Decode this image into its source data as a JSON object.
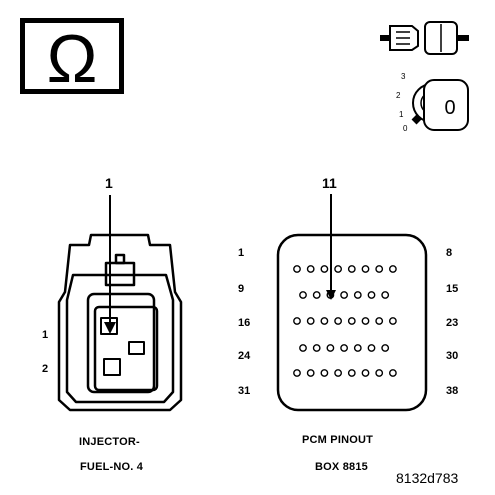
{
  "meter_symbol": "Ω",
  "ignition_key": {
    "positions": [
      "3",
      "2",
      "1",
      "0"
    ],
    "key_position": "0"
  },
  "injector": {
    "callout": "1",
    "pin_labels": [
      "1",
      "2"
    ],
    "caption_line1": "INJECTOR-",
    "caption_line2": "FUEL-NO. 4"
  },
  "pcm": {
    "callout": "11",
    "left_labels": [
      "1",
      "9",
      "16",
      "24",
      "31"
    ],
    "right_labels": [
      "8",
      "15",
      "23",
      "30",
      "38"
    ],
    "caption_line1": "PCM PINOUT",
    "caption_line2": "BOX 8815"
  },
  "figure_id": "8132d783"
}
